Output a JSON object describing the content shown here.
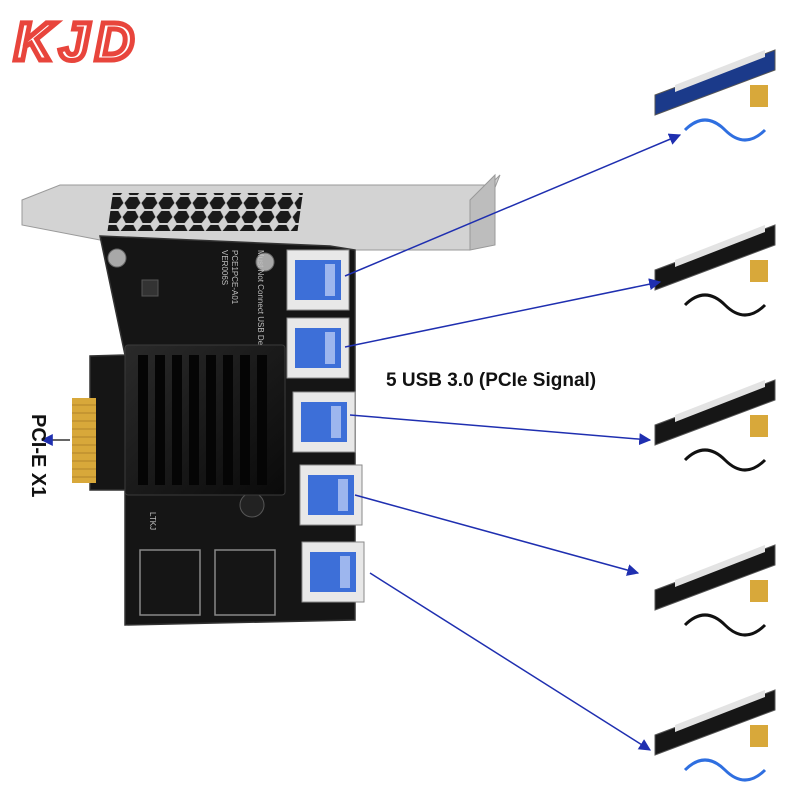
{
  "brand": {
    "logo_text": "KJD",
    "color": "#e8453c"
  },
  "caption": "5 USB 3.0 (PCIe Signal)",
  "side_label": "PCI-E X1",
  "board": {
    "silkscreen": [
      "Must Not Connect USB Devic",
      "PCE1PCE-A01",
      "VER006S"
    ],
    "footer_mark": "LTKJ"
  },
  "colors": {
    "arrow": "#1f2fb0",
    "board": "#151515",
    "bracket": "#c9c9c9",
    "usb_blue": "#3d6fd8",
    "gold": "#d8a83a"
  },
  "risers": [
    {
      "name": "riser-card-1"
    },
    {
      "name": "riser-card-2"
    },
    {
      "name": "riser-card-3"
    },
    {
      "name": "riser-card-4"
    },
    {
      "name": "riser-card-5"
    }
  ]
}
